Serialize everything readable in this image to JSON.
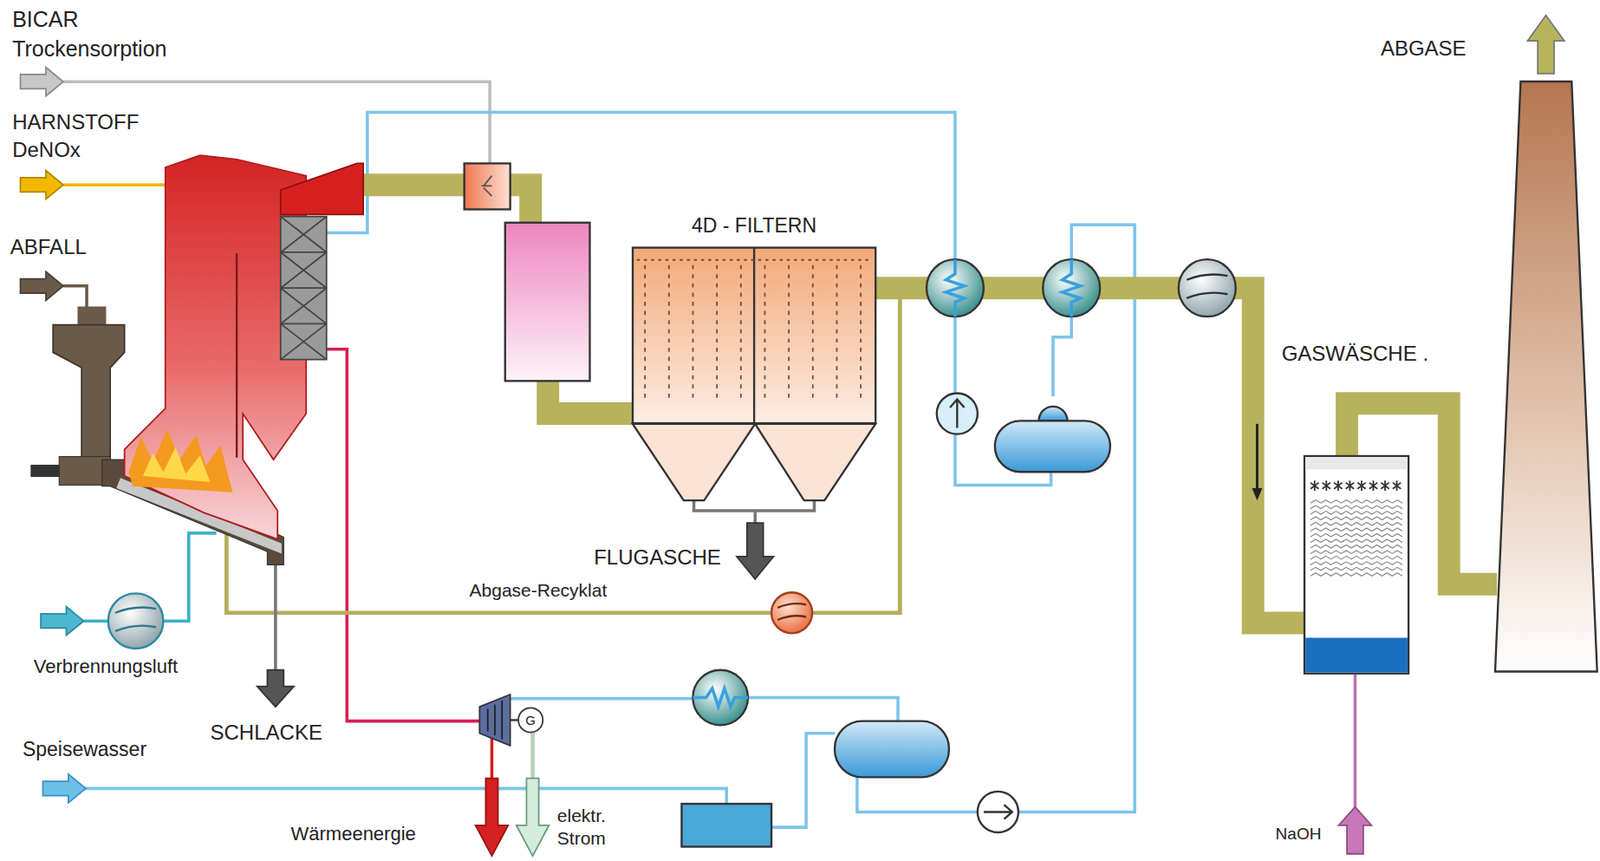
{
  "diagram": {
    "nodes": [
      {
        "text": [
          "4D - FILTERN"
        ]
      },
      {
        "text": [
          "GASWÄSCHE ."
        ]
      },
      {
        "text": [
          "ABGASE"
        ]
      }
    ],
    "edges": [
      {
        "from": 0,
        "to": 1,
        "arrow": "to"
      },
      {
        "from": 1,
        "to": 2,
        "arrow": "none"
      }
    ],
    "labels": [
      "BICAR Trockensorption",
      "HARNSTOFF DeNOx",
      "ABFALL",
      "FLUGASCHE",
      "Abgase-Recyklat",
      "Verbrennungsluft",
      "SCHLACKE",
      "Speisewasser",
      "Wärmeenergie",
      "elektr. Strom",
      "NaOH",
      "G"
    ]
  }
}
